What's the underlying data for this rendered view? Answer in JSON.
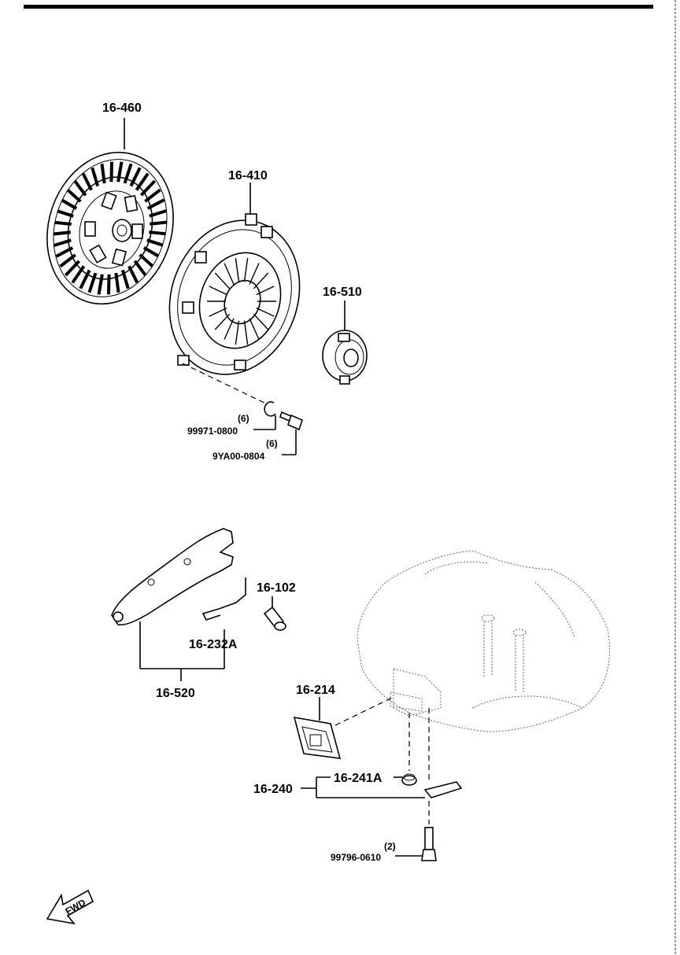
{
  "labels": {
    "clutch_disc": "16-460",
    "clutch_cover": "16-410",
    "release_bearing": "16-510",
    "lock_washer_qty": "(6)",
    "lock_washer": "99971-0800",
    "bolt_qty": "(6)",
    "bolt": "9YA00-0804",
    "pivot_bolt": "16-102",
    "spring": "16-232A",
    "release_fork": "16-520",
    "boot": "16-214",
    "bracket_cap": "16-241A",
    "bracket": "16-240",
    "mount_bolt_qty": "(2)",
    "mount_bolt": "99796-0610",
    "fwd": "FWD"
  },
  "icons": {
    "fwd_arrow": "fwd-arrow-icon"
  }
}
